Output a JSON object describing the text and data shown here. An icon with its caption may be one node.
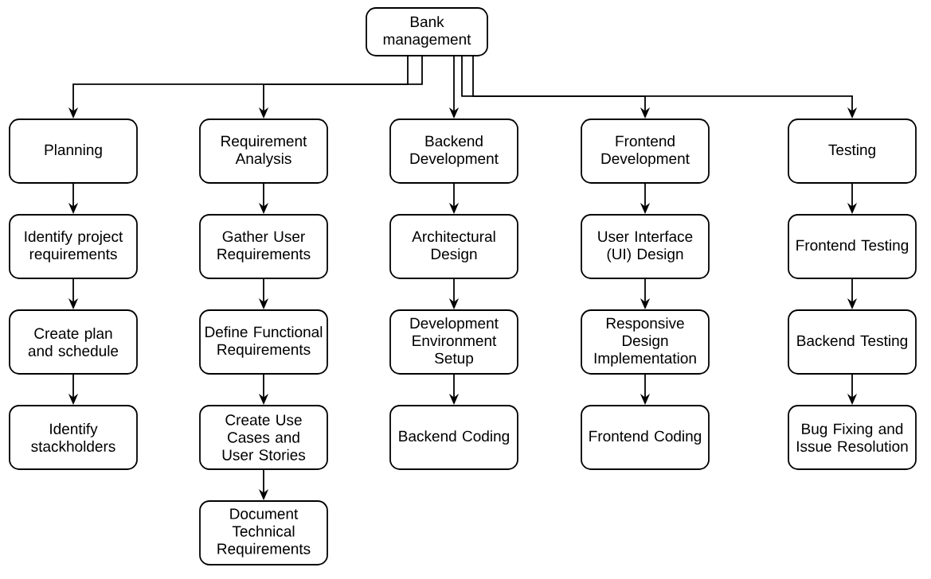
{
  "diagram": {
    "nodes": [
      {
        "text": [
          "Bank management"
        ]
      },
      {
        "text": [
          "Planning"
        ]
      },
      {
        "text": [
          "Requirement Analysis"
        ]
      },
      {
        "text": [
          "Backend Development"
        ]
      },
      {
        "text": [
          "Frontend Development"
        ]
      },
      {
        "text": [
          "Testing"
        ]
      },
      {
        "text": [
          "Identify project requirements"
        ]
      },
      {
        "text": [
          "Create plan and schedule"
        ]
      },
      {
        "text": [
          "Identify stackholders"
        ]
      },
      {
        "text": [
          "Gather User Requirements"
        ]
      },
      {
        "text": [
          "Define Functional Requirements"
        ]
      },
      {
        "text": [
          "Create Use Cases and User Stories"
        ]
      },
      {
        "text": [
          "Document Technical Requirements"
        ]
      },
      {
        "text": [
          "Architectural Design"
        ]
      },
      {
        "text": [
          "Development Environment Setup"
        ]
      },
      {
        "text": [
          "Backend Coding"
        ]
      },
      {
        "text": [
          "User Interface (UI) Design"
        ]
      },
      {
        "text": [
          "Responsive Design Implementation"
        ]
      },
      {
        "text": [
          "Frontend Coding"
        ]
      },
      {
        "text": [
          "Frontend Testing"
        ]
      },
      {
        "text": [
          "Backend Testing"
        ]
      },
      {
        "text": [
          "Bug Fixing and Issue Resolution"
        ]
      }
    ],
    "edges": [
      {
        "from": 0,
        "to": 1,
        "arrow": "to"
      },
      {
        "from": 0,
        "to": 2,
        "arrow": "to"
      },
      {
        "from": 0,
        "to": 3,
        "arrow": "to"
      },
      {
        "from": 0,
        "to": 4,
        "arrow": "to"
      },
      {
        "from": 0,
        "to": 5,
        "arrow": "to"
      },
      {
        "from": 1,
        "to": 6,
        "arrow": "to"
      },
      {
        "from": 6,
        "to": 7,
        "arrow": "to"
      },
      {
        "from": 7,
        "to": 8,
        "arrow": "to"
      },
      {
        "from": 2,
        "to": 9,
        "arrow": "to"
      },
      {
        "from": 9,
        "to": 10,
        "arrow": "to"
      },
      {
        "from": 10,
        "to": 11,
        "arrow": "to"
      },
      {
        "from": 11,
        "to": 12,
        "arrow": "to"
      },
      {
        "from": 3,
        "to": 13,
        "arrow": "to"
      },
      {
        "from": 13,
        "to": 14,
        "arrow": "to"
      },
      {
        "from": 14,
        "to": 15,
        "arrow": "to"
      },
      {
        "from": 4,
        "to": 16,
        "arrow": "to"
      },
      {
        "from": 16,
        "to": 17,
        "arrow": "to"
      },
      {
        "from": 17,
        "to": 18,
        "arrow": "to"
      },
      {
        "from": 5,
        "to": 19,
        "arrow": "to"
      },
      {
        "from": 19,
        "to": 20,
        "arrow": "to"
      },
      {
        "from": 20,
        "to": 21,
        "arrow": "to"
      }
    ]
  }
}
